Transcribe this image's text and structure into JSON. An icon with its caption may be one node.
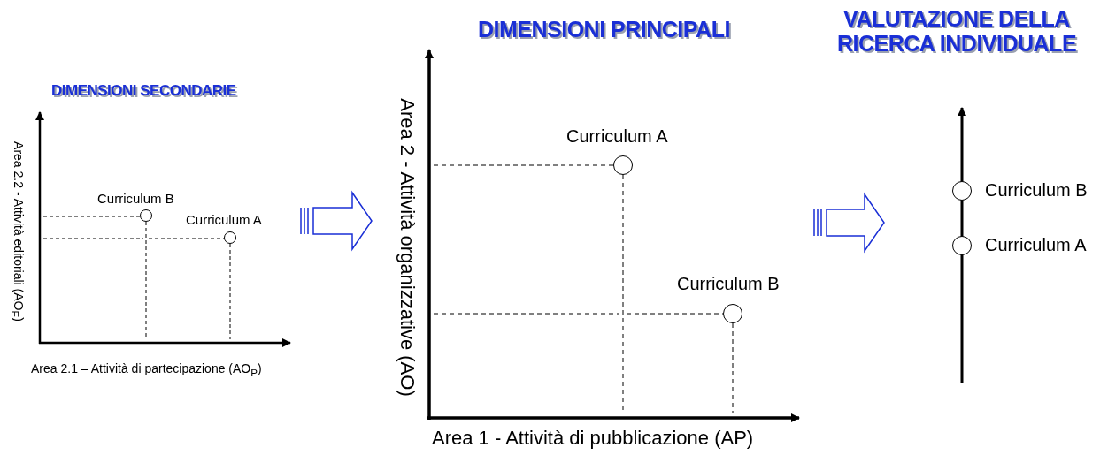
{
  "diagram": {
    "labels": [
      "VALUTAZIONE DELLA RICERCA INDIVIDUALE",
      "DIMENSIONI PRINCIPALI",
      "DIMENSIONI SECONDARIE",
      "Area 2 - Attività organizzative (AO)",
      "Area 2.2 - Attività editoriali (AO$_{E}$)",
      "Curriculum A",
      "Curriculum B",
      "Curriculum B",
      "Curriculum A",
      "Curriculum A",
      "Curriculum B",
      "Area 2.1 – Attività di partecipazione (AO$_{P}$)",
      "Area 1 - Attività di pubblicazione (AP)"
    ]
  }
}
